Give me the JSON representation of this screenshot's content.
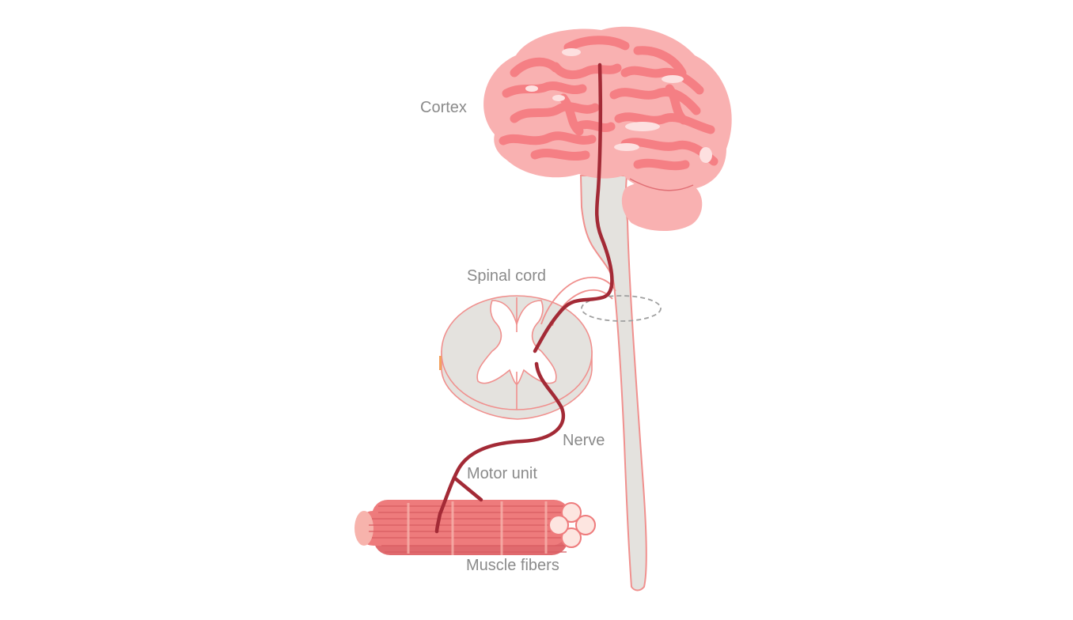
{
  "labels": {
    "cortex": "Cortex",
    "spinal_cord": "Spinal cord",
    "nerve": "Nerve",
    "motor_unit": "Motor unit",
    "muscle_fibers": "Muscle fibers"
  },
  "colors": {
    "label_text": "#8a8a8a",
    "brain_light": "#f9b1b1",
    "brain_mid": "#f57f84",
    "brain_highlight": "#fde0e0",
    "spine_fill": "#e4e2de",
    "spine_outline": "#f0908e",
    "nerve_path": "#a32a36",
    "muscle_fill": "#ee7b7c",
    "muscle_dark": "#d85c61",
    "muscle_light": "#f7b3ac",
    "ring_dash": "#a0a0a0"
  }
}
